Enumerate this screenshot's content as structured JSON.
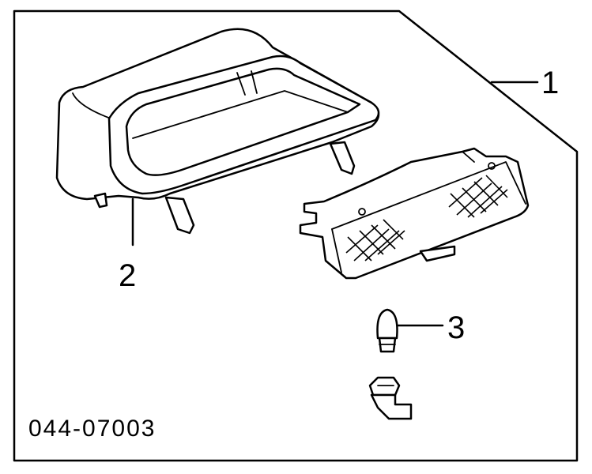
{
  "callouts": {
    "housing": "1",
    "cover": "2",
    "bulb": "3"
  },
  "diagram_code": "044-07003",
  "colors": {
    "line": "#000000",
    "background": "#ffffff"
  }
}
